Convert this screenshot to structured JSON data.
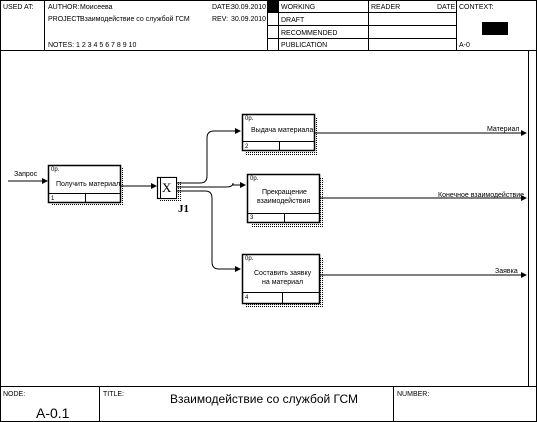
{
  "header": {
    "used_at": "USED AT:",
    "author_label": "AUTHOR:",
    "author": "Моисеева",
    "project_label": "PROJECT:",
    "project": "Взаимодействие со службой ГСМ",
    "date_label": "DATE:",
    "date": "30.09.2010",
    "rev_label": "REV:",
    "rev": "30.09.2010",
    "notes": "NOTES: 1 2 3 4 5 6 7 8 9 10",
    "status": [
      "WORKING",
      "DRAFT",
      "RECOMMENDED",
      "PUBLICATION"
    ],
    "reader_label": "READER",
    "reader_date_label": "DATE",
    "context_label": "CONTEXT:",
    "context_node": "A-0"
  },
  "diagram": {
    "input": "Запрос",
    "outputs": [
      "Материал",
      "Конечное взаимодействие",
      "Заявка"
    ],
    "junction_symbol": "X",
    "junction_label": "J1",
    "boxes": [
      {
        "cost": "0р.",
        "label_lines": [
          "Получить материал"
        ],
        "number": "1"
      },
      {
        "cost": "0р.",
        "label_lines": [
          "Выдача материала"
        ],
        "number": "2"
      },
      {
        "cost": "0р.",
        "label_lines": [
          "Прекращение",
          "взаимодействия"
        ],
        "number": "3"
      },
      {
        "cost": "0р.",
        "label_lines": [
          "Составить заявку",
          "на материал"
        ],
        "number": "4"
      }
    ]
  },
  "footer": {
    "node_label": "NODE:",
    "node": "А-0.1",
    "title_label": "TITLE:",
    "title": "Взаимодействие со службой ГСМ",
    "number_label": "NUMBER:"
  }
}
